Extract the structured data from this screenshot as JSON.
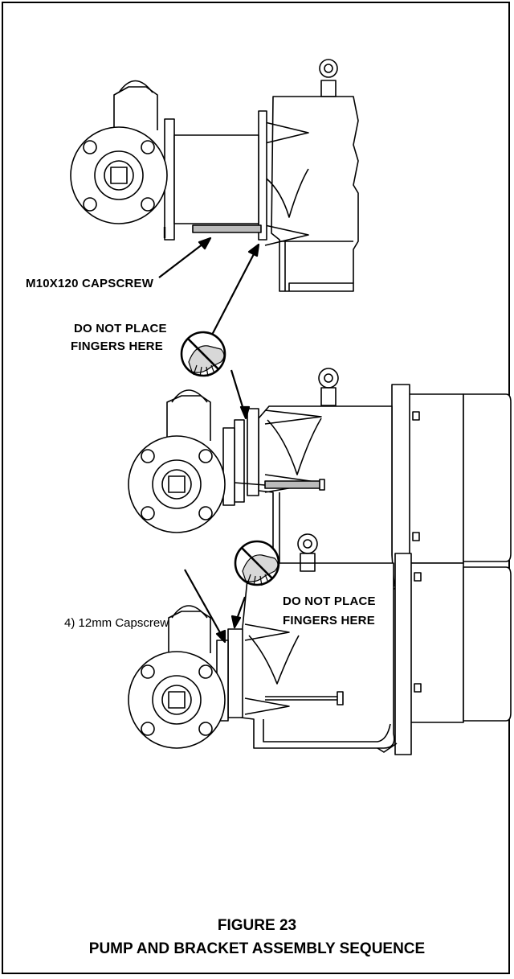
{
  "labels": {
    "capscrew_m10": "M10X120 CAPSCREW",
    "warning_1_line1": "DO NOT PLACE",
    "warning_1_line2": "FINGERS HERE",
    "capscrew_12mm": "4) 12mm Capscrew",
    "warning_2_line1": "DO NOT PLACE",
    "warning_2_line2": "FINGERS HERE"
  },
  "caption": {
    "figure": "FIGURE  23",
    "title": "PUMP AND BRACKET ASSEMBLY SEQUENCE"
  },
  "icons": [
    "pinch-hazard-hand-icon",
    "pinch-hazard-hand-icon"
  ],
  "colors": {
    "line": "#000000",
    "background": "#ffffff",
    "shading": "#d0d0d0"
  }
}
